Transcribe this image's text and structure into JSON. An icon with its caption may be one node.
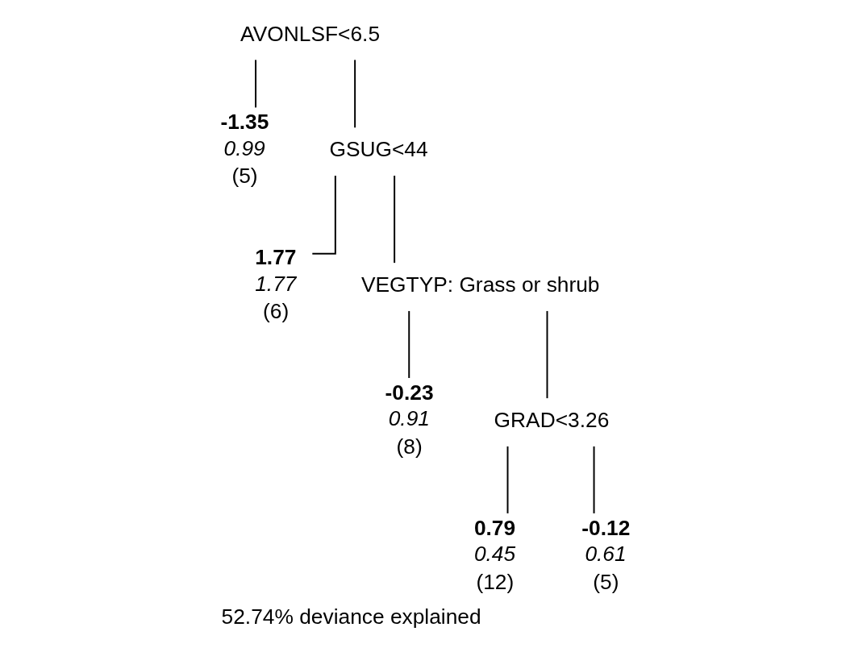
{
  "diagram": {
    "caption": "52.74% deviance explained",
    "nodes": [
      {
        "text": [
          "AVONLSF<6.5"
        ]
      },
      {
        "text": [
          "-1.35",
          "0.99",
          "(5)"
        ]
      },
      {
        "text": [
          "GSUG<44"
        ]
      },
      {
        "text": [
          "1.77",
          "1.77",
          "(6)"
        ]
      },
      {
        "text": [
          "VEGTYP: Grass or shrub"
        ]
      },
      {
        "text": [
          "-0.23",
          "0.91",
          "(8)"
        ]
      },
      {
        "text": [
          "GRAD<3.26"
        ]
      },
      {
        "text": [
          "0.79",
          "0.45",
          "(12)"
        ]
      },
      {
        "text": [
          "-0.12",
          "0.61",
          "(5)"
        ]
      }
    ],
    "edges": [
      {
        "from": 0,
        "to": 1,
        "arrow": "none"
      },
      {
        "from": 0,
        "to": 2,
        "arrow": "none"
      },
      {
        "from": 2,
        "to": 3,
        "arrow": "none"
      },
      {
        "from": 2,
        "to": 4,
        "arrow": "none"
      },
      {
        "from": 4,
        "to": 5,
        "arrow": "none"
      },
      {
        "from": 4,
        "to": 6,
        "arrow": "none"
      },
      {
        "from": 6,
        "to": 7,
        "arrow": "none"
      },
      {
        "from": 6,
        "to": 8,
        "arrow": "none"
      }
    ]
  }
}
